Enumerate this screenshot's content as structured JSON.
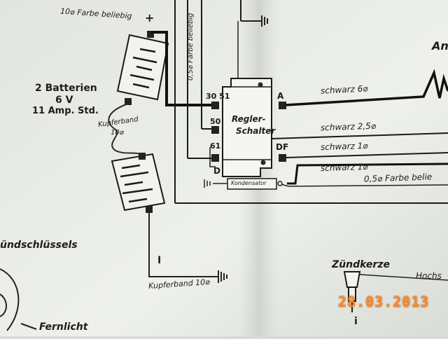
{
  "batteries": {
    "heading_line1": "2 Batterien",
    "heading_line2": "6 V",
    "heading_line3": "11 Amp. Std.",
    "top_wire": "10⌀ Farbe beliebig",
    "plus_sign": "+",
    "bridge_line1": "Kupferband",
    "bridge_line2": "10⌀",
    "minus_marker": "I",
    "ground_wire": "Kupferband 10⌀"
  },
  "regulator": {
    "title_line1": "Regler-",
    "title_line2": "Schalter",
    "terminal_30_51": "30 51",
    "terminal_50": "50",
    "terminal_61": "61",
    "terminal_D": "D",
    "terminal_A": "A",
    "terminal_DF": "DF",
    "feed_wire": "0,5⌀ Farbe beliebig",
    "capacitor": "Kondensator"
  },
  "wires": {
    "w1": "schwarz 6⌀",
    "w2": "schwarz 2,5⌀",
    "w3": "schwarz 1⌀",
    "w4": "schwarz 1⌀",
    "w5": "0,5⌀ Farbe belie"
  },
  "edge_labels": {
    "top_right": "An",
    "ignition_switch": "ündschlüssels",
    "high_beam": "Fernlicht",
    "spark_plug": "Zündkerze",
    "hochs": "Hochs",
    "spark_plug_bottom": "i"
  },
  "photo": {
    "date_stamp": "28.03.2013"
  },
  "colors": {
    "paper": "#eceee9",
    "ink": "#1a1a1a",
    "stamp": "#ff8a2a"
  }
}
